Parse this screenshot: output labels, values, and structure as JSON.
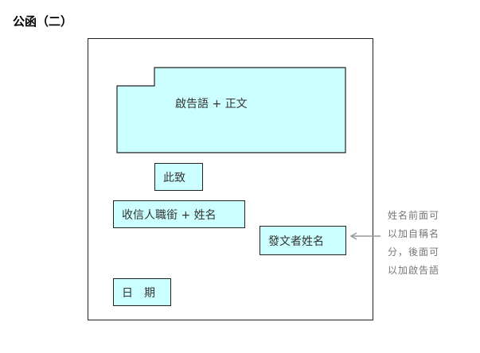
{
  "title": "公函（二）",
  "blocks": {
    "body": "啟告語 + 正文",
    "closing": "此致",
    "recipient": "收信人職銜 + 姓名",
    "sender": "發文者姓名",
    "date": "日　期"
  },
  "note_lines": [
    "姓名前面可",
    "以加自稱名",
    "分，後面可",
    "以加啟告語"
  ],
  "colors": {
    "box_fill": "#ccffff",
    "border": "#222222",
    "arrow": "#999999"
  }
}
